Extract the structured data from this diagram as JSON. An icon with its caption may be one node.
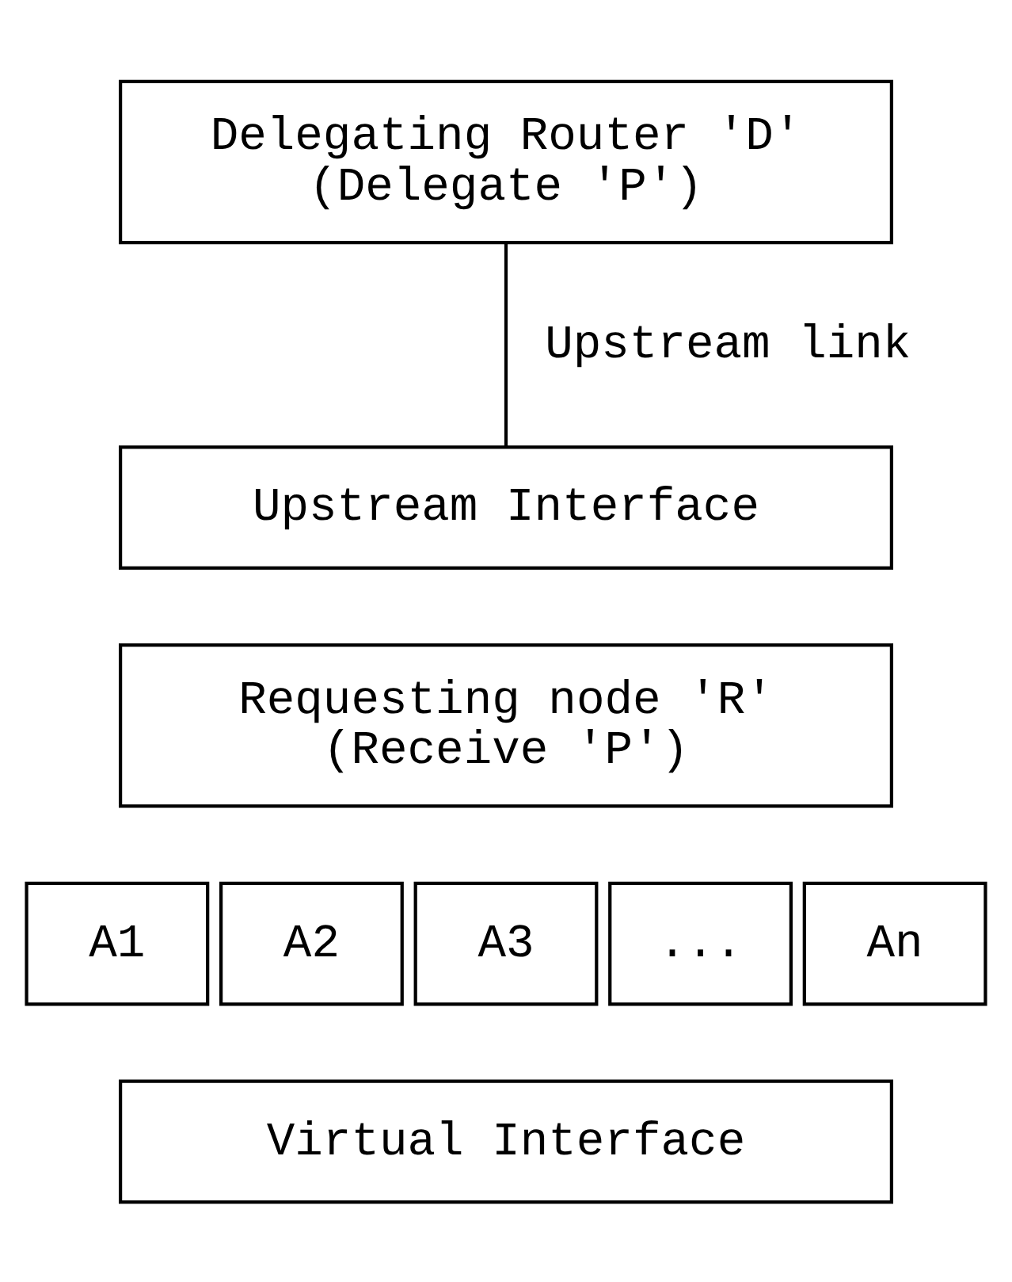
{
  "diagram": {
    "nodes": [
      {
        "text": [
          "Delegating Router 'D'",
          "(Delegate 'P')"
        ]
      },
      {
        "text": [
          "Upstream Interface"
        ]
      },
      {
        "text": [
          "Requesting node 'R'",
          "(Receive 'P')"
        ]
      },
      {
        "text": [
          "A1"
        ]
      },
      {
        "text": [
          "A2"
        ]
      },
      {
        "text": [
          "A3"
        ]
      },
      {
        "text": [
          "..."
        ]
      },
      {
        "text": [
          "An"
        ]
      },
      {
        "text": [
          "Virtual Interface"
        ]
      }
    ],
    "edges": [
      {
        "from": 0,
        "to": 1,
        "arrow": "none",
        "label": "Upstream link"
      }
    ]
  }
}
